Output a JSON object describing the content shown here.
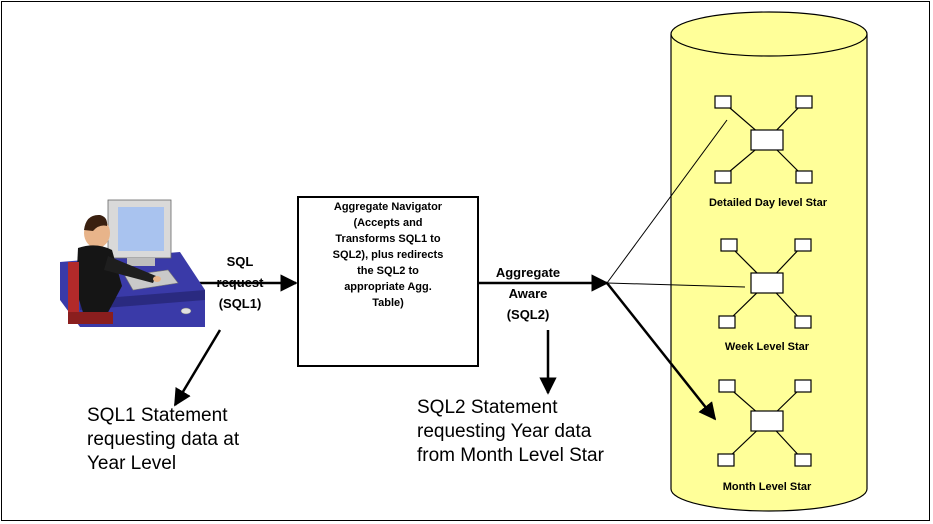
{
  "navigator": {
    "label": "Aggregate Navigator\n(Accepts and\nTransforms SQL1 to\nSQL2), plus redirects\nthe SQL2 to\nappropriate Agg.\nTable)"
  },
  "sql_request": {
    "label": "SQL\nrequest\n(SQL1)"
  },
  "aggregate_aware": {
    "label": "Aggregate\nAware\n(SQL2)"
  },
  "sql1_statement": {
    "text": "SQL1 Statement\nrequesting data at\nYear Level"
  },
  "sql2_statement": {
    "text": "SQL2 Statement\n requesting Year data\nfrom Month Level Star"
  },
  "database": {
    "color": "#ffff99",
    "stars": [
      {
        "label": "Detailed Day level Star"
      },
      {
        "label": "Week Level Star"
      },
      {
        "label": "Month Level Star"
      }
    ]
  },
  "user": {
    "icon": "person-at-computer-icon"
  }
}
